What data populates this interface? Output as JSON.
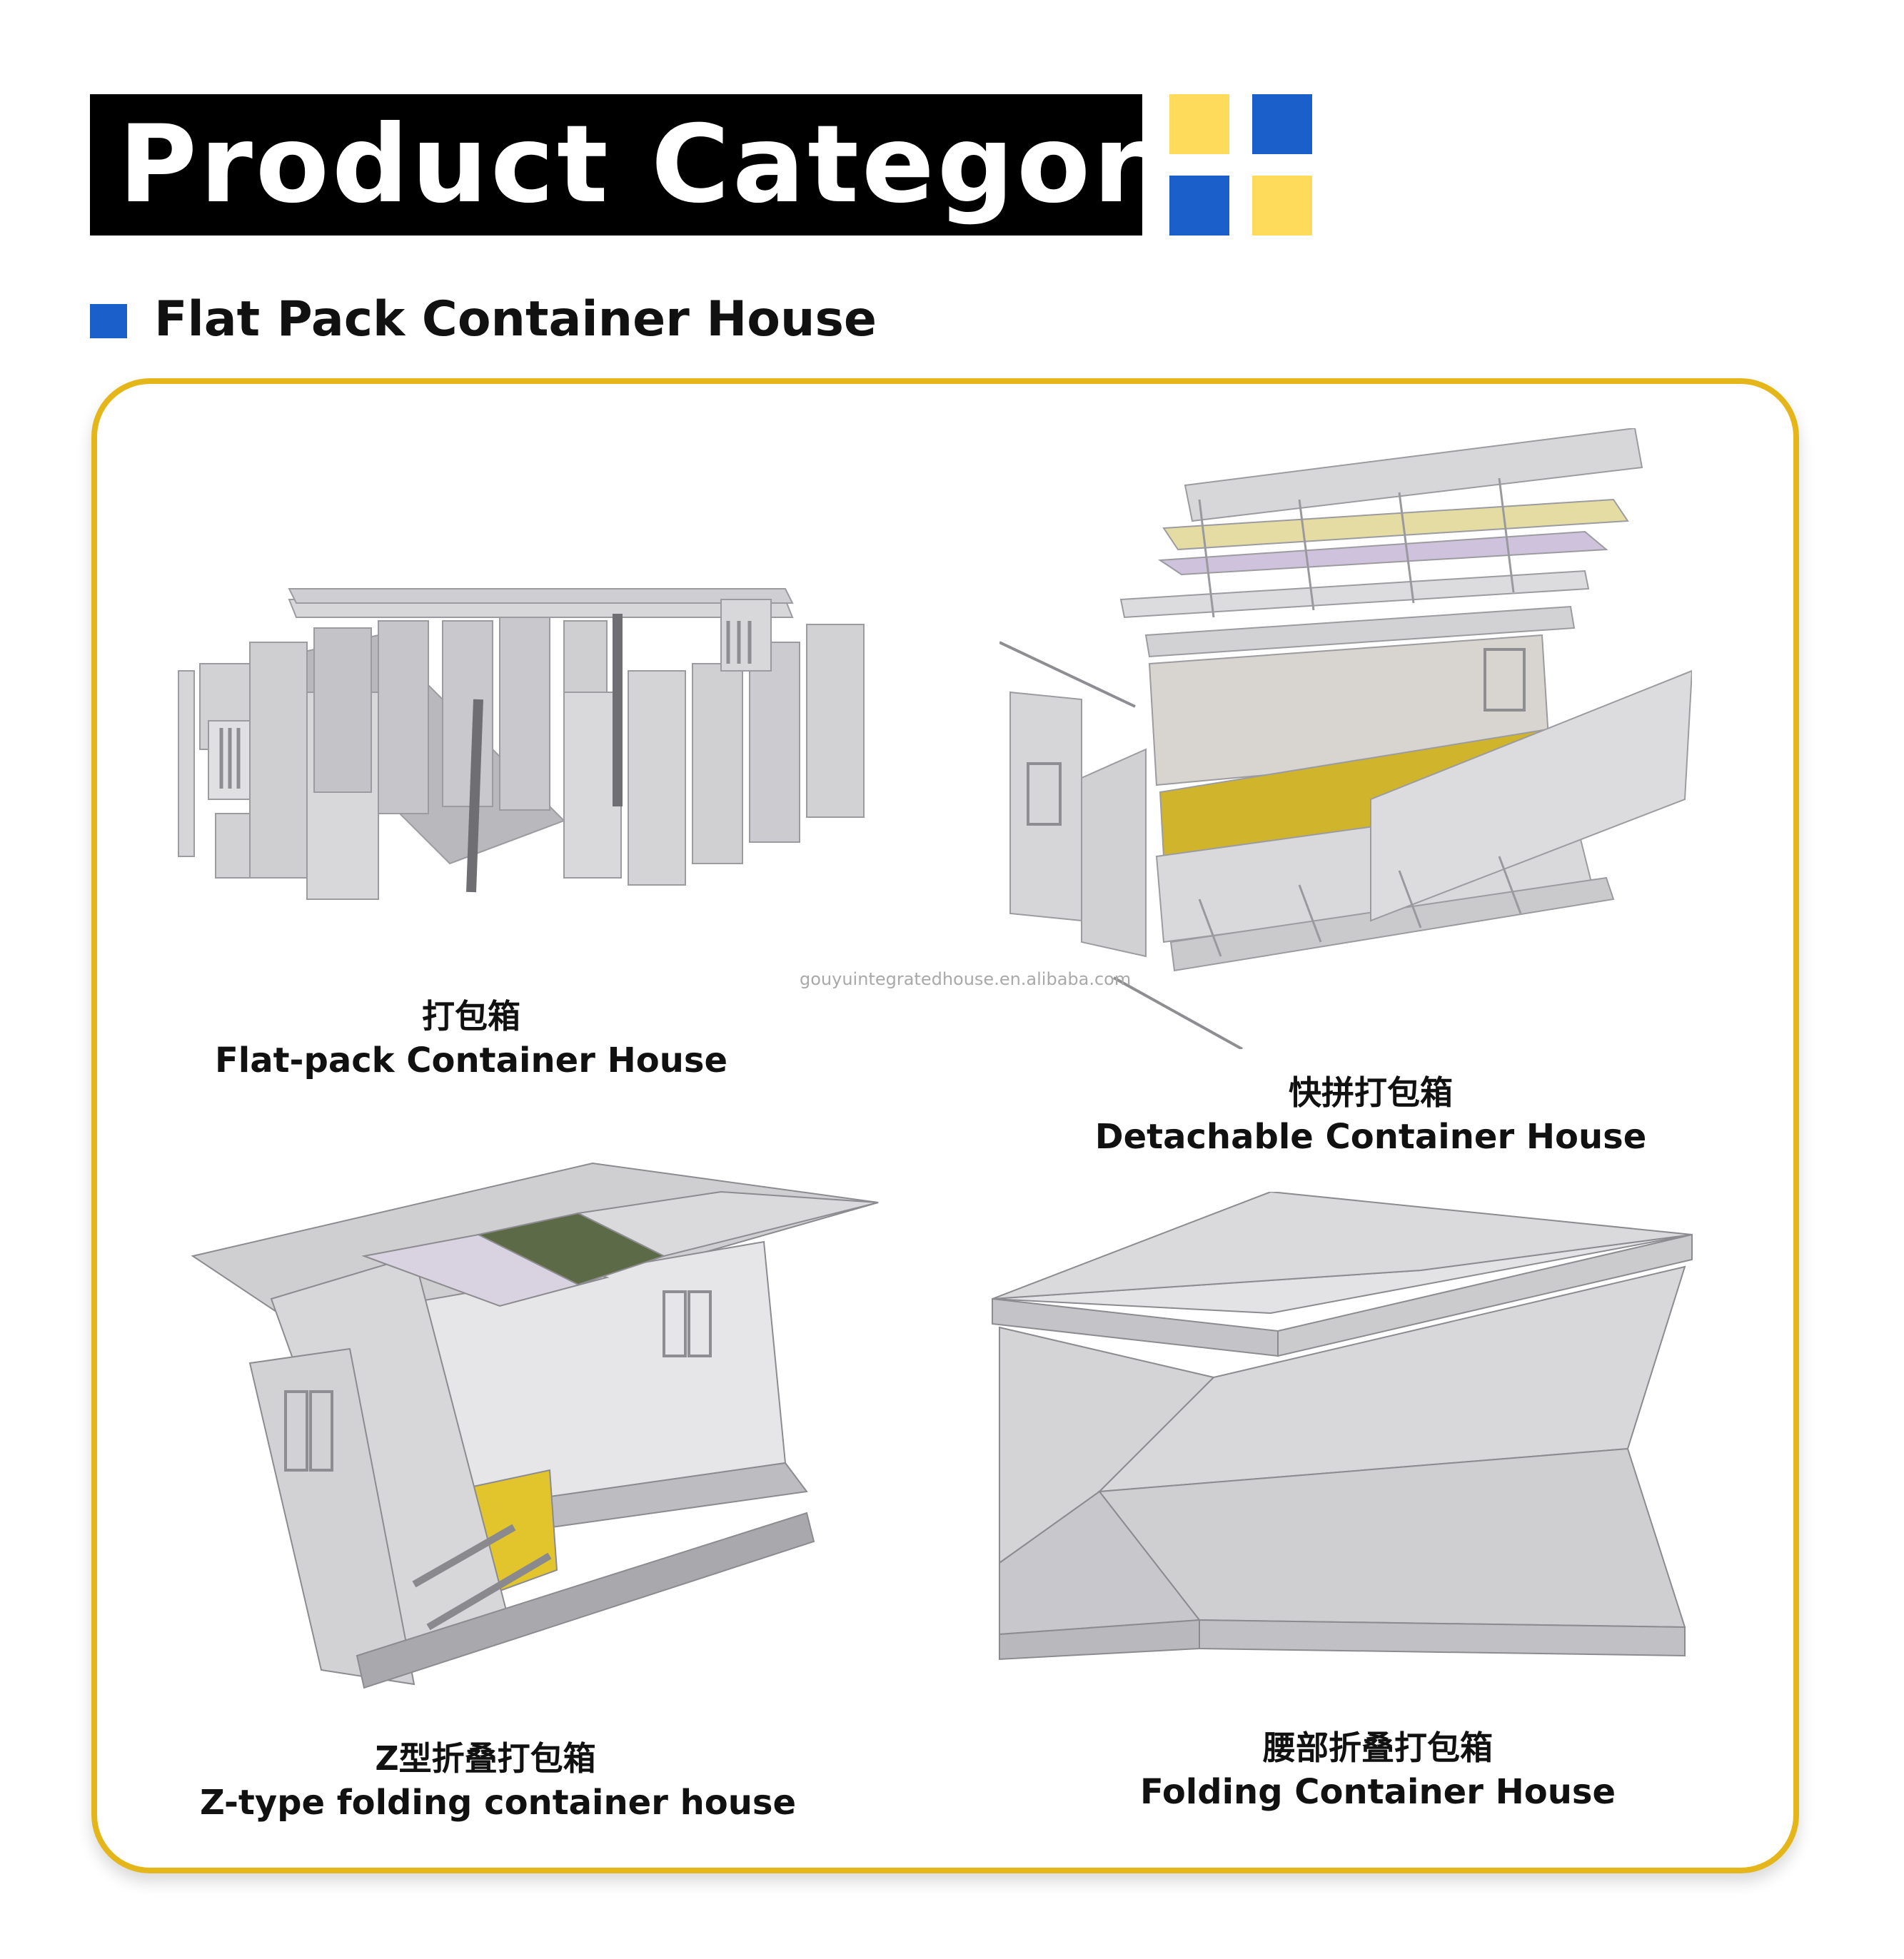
{
  "header": {
    "title": "Product Categories"
  },
  "section": {
    "title": "Flat Pack Container House"
  },
  "watermark": "gouyuintegratedhouse.en.alibaba.com",
  "colors": {
    "yellow": "#fedb5a",
    "blue": "#1b5fca",
    "gold": "#e5b619",
    "panel_gray": "#d4d4d7"
  },
  "products": [
    {
      "zh": "打包箱",
      "en": "Flat-pack Container House"
    },
    {
      "zh": "快拼打包箱",
      "en": "Detachable Container House"
    },
    {
      "zh": "Z型折叠打包箱",
      "en": "Z-type folding container house"
    },
    {
      "zh": "腰部折叠打包箱",
      "en": "Folding Container House"
    }
  ]
}
